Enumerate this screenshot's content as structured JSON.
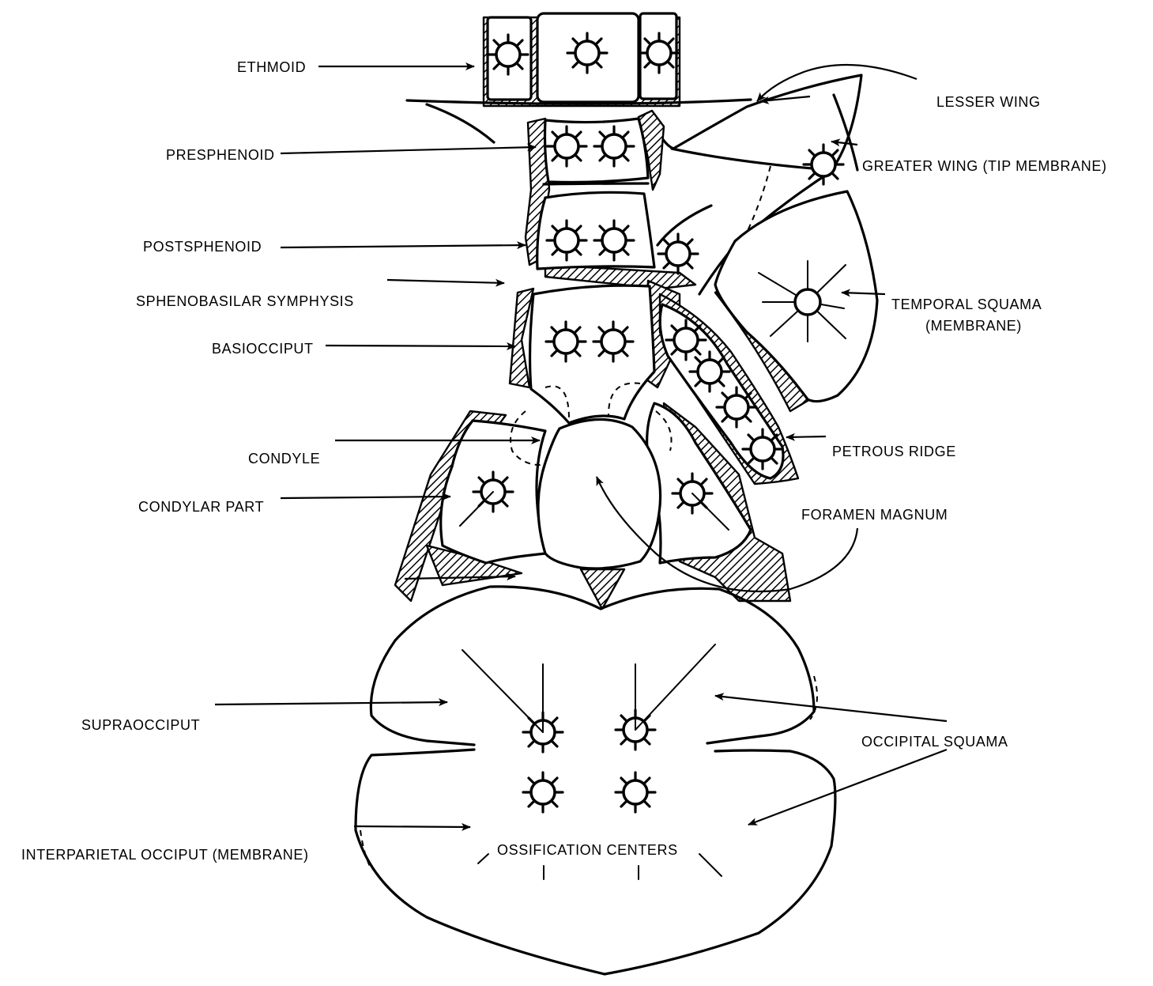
{
  "labels": {
    "ethmoid": "ETHMOID",
    "presphenoid": "PRESPHENOID",
    "postsphenoid": "POSTSPHENOID",
    "sphenobasilar": "SPHENOBASILAR SYMPHYSIS",
    "basiocciput": "BASIOCCIPUT",
    "condyle": "CONDYLE",
    "condylar_part": "CONDYLAR PART",
    "supraocciput": "SUPRAOCCIPUT",
    "interparietal": "INTERPARIETAL OCCIPUT (MEMBRANE)",
    "lesser_wing": "LESSER WING",
    "greater_wing": "GREATER WING (TIP MEMBRANE)",
    "temporal_squama_1": "TEMPORAL SQUAMA",
    "temporal_squama_2": "(MEMBRANE)",
    "petrous_ridge": "PETROUS RIDGE",
    "foramen_magnum": "FORAMEN MAGNUM",
    "occipital_squama": "OCCIPITAL SQUAMA",
    "ossification_centers": "OSSIFICATION CENTERS"
  },
  "colors": {
    "ink": "#000000",
    "paper": "#ffffff"
  }
}
